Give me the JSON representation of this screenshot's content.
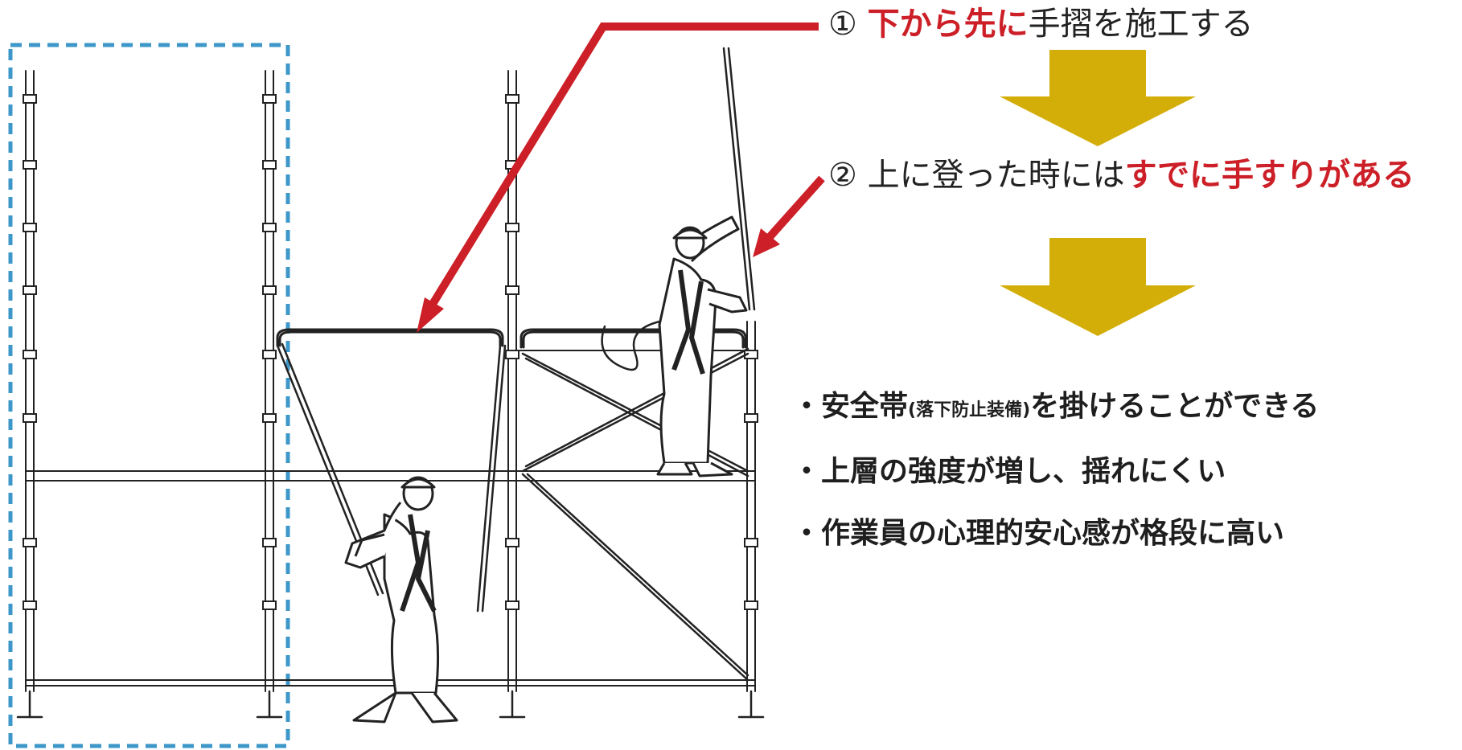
{
  "steps": [
    {
      "number": "①",
      "emphasis": "下から先に",
      "text": "手摺を施工する"
    },
    {
      "number": "②",
      "text": "上に登った時には",
      "emphasis": "すでに手すりがある"
    }
  ],
  "benefits": [
    {
      "bullet": "・",
      "text_a": "安全帯",
      "note": "(落下防止装備)",
      "text_b": "を掛けることができる"
    },
    {
      "bullet": "・",
      "text": "上層の強度が増し、揺れにくい"
    },
    {
      "bullet": "・",
      "text": "作業員の心理的安心感が格段に高い"
    }
  ],
  "colors": {
    "accent_red": "#cc1f27",
    "flow_arrow_gold": "#d4ae08",
    "dashed_box_blue": "#3d97c9",
    "line_art": "#222222"
  },
  "icons": [
    "worker-figure",
    "scaffold-frame",
    "flow-arrow",
    "pointer-arrow"
  ]
}
